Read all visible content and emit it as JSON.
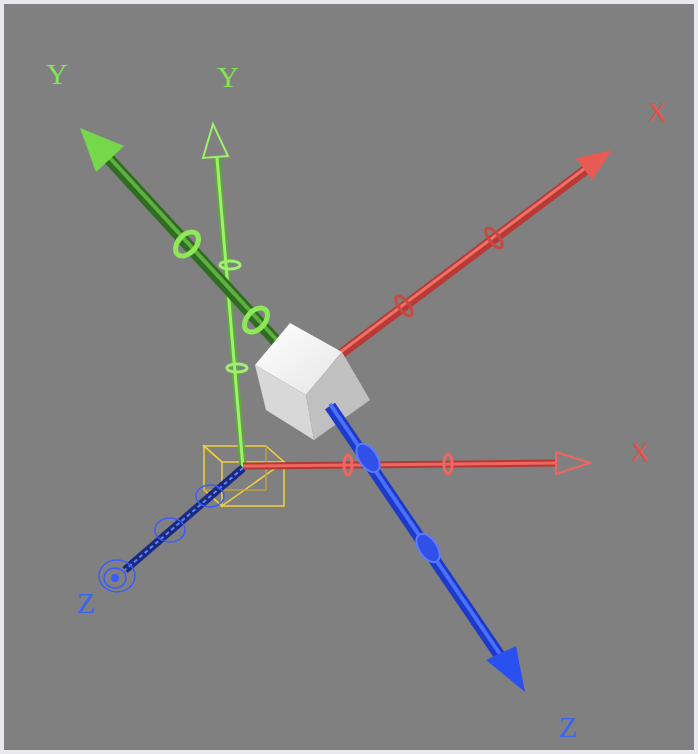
{
  "diagram": {
    "labels": [
      "Y",
      "Y",
      "X",
      "X",
      "Z",
      "Z"
    ]
  }
}
